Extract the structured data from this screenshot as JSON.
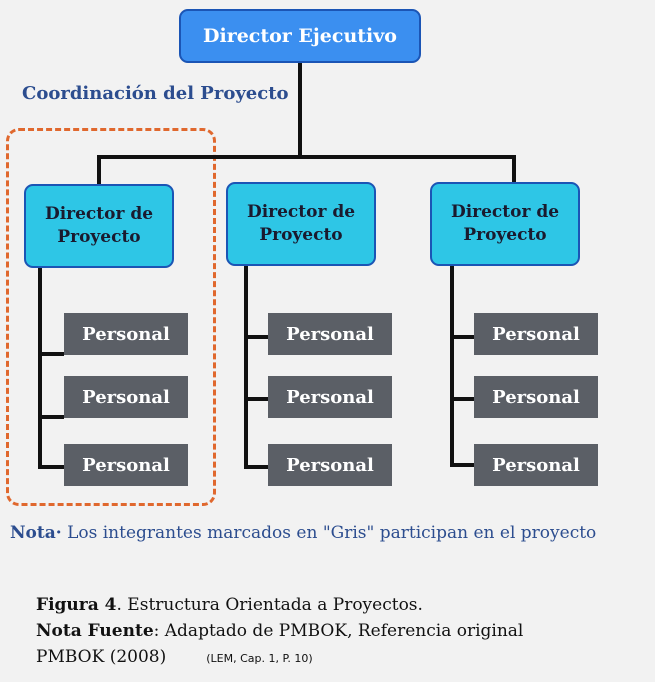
{
  "top_node": "Director Ejecutivo",
  "coordination_label": "Coordinación del Proyecto",
  "managers": [
    {
      "title": "Director de Proyecto",
      "staff": [
        "Personal",
        "Personal",
        "Personal"
      ]
    },
    {
      "title": "Director de Proyecto",
      "staff": [
        "Personal",
        "Personal",
        "Personal"
      ]
    },
    {
      "title": "Director de Proyecto",
      "staff": [
        "Personal",
        "Personal",
        "Personal"
      ]
    }
  ],
  "note": {
    "label": "Nota·",
    "text": " Los integrantes marcados en \"Gris\" participan en el  proyecto"
  },
  "caption": {
    "figure_label": "Figura 4",
    "figure_text": ". Estructura Orientada a Proyectos.",
    "source_label": "Nota Fuente",
    "source_text": ": Adaptado de PMBOK, Referencia original",
    "source_line2": "PMBOK (2008)",
    "reference": "(LEM, Cap. 1, P. 10)"
  },
  "colors": {
    "top_node": "#3b8ff0",
    "manager_node": "#2ec6e6",
    "staff_node": "#5b5f66",
    "dashed_border": "#e0682e",
    "accent_text": "#2c4d8f"
  }
}
